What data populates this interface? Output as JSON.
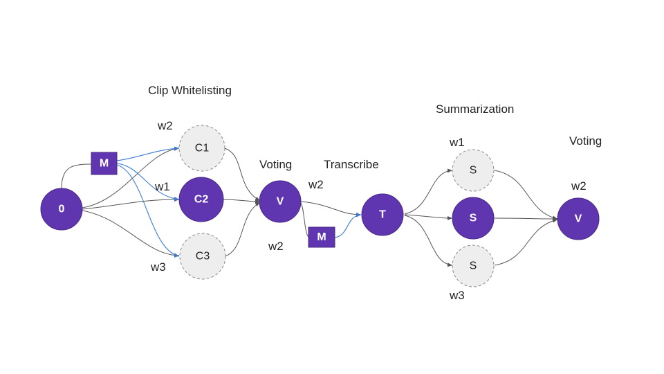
{
  "labels": {
    "clip_whitelisting": "Clip Whitelisting",
    "voting_1": "Voting",
    "transcribe": "Transcribe",
    "summarization": "Summarization",
    "voting_2": "Voting",
    "w2_c1": "w2",
    "w1_c2": "w1",
    "w3_c3": "w3",
    "w2_below_v1": "w2",
    "w2_transcribe": "w2",
    "w1_s1": "w1",
    "w3_s3": "w3",
    "w2_v2": "w2"
  },
  "nodes": {
    "zero": "0",
    "m1": "M",
    "c1": "C1",
    "c2": "C2",
    "c3": "C3",
    "v1": "V",
    "m2": "M",
    "t": "T",
    "s1": "S",
    "s2": "S",
    "s3": "S",
    "v2": "V"
  },
  "colors": {
    "primary": "#6035b0",
    "dashed_fill": "#eeeeee",
    "edge": "#555555",
    "edge_blue": "#3a7bd5"
  }
}
